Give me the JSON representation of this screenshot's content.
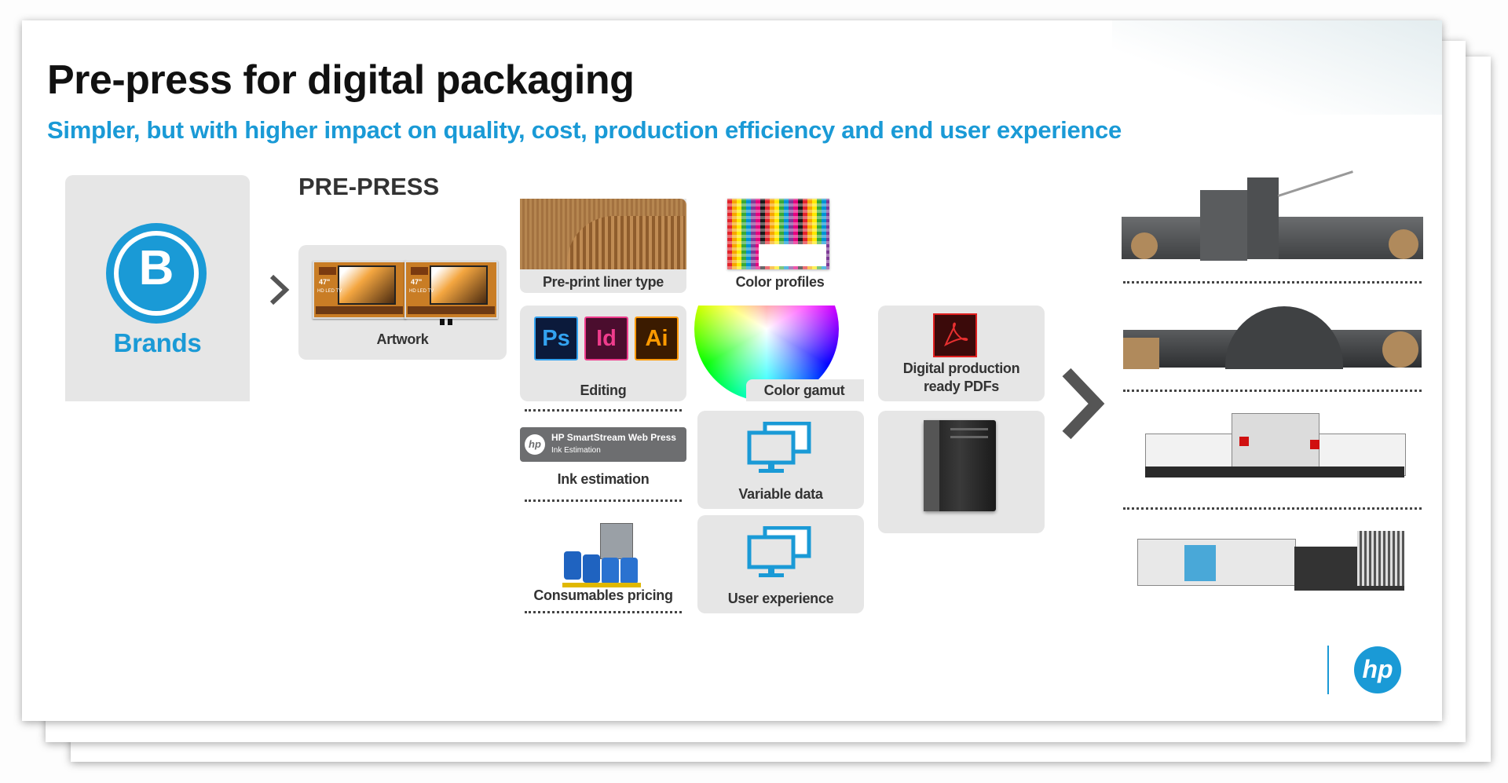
{
  "slide": {
    "title": "Pre-press for digital packaging",
    "subtitle": "Simpler, but with  higher impact on quality, cost, production efficiency and end user experience",
    "prepress_heading": "PRE-PRESS"
  },
  "brands": {
    "letter": "B",
    "label": "Brands"
  },
  "artwork": {
    "label": "Artwork",
    "tv_badge": "HD LED TV",
    "tv_size": "47\""
  },
  "liner": {
    "label": "Pre-print liner type"
  },
  "color_profiles": {
    "label": "Color profiles"
  },
  "editing": {
    "label": "Editing",
    "apps": [
      "Ps",
      "Id",
      "Ai"
    ]
  },
  "color_gamut": {
    "label": "Color gamut"
  },
  "pdfs": {
    "label_line1": "Digital production",
    "label_line2": "ready PDFs"
  },
  "ink": {
    "banner_title": "HP SmartStream Web Press",
    "banner_sub": "Ink Estimation",
    "label": "Ink estimation"
  },
  "variable_data": {
    "label": "Variable data"
  },
  "consumables": {
    "label": "Consumables pricing"
  },
  "user_experience": {
    "label": "User experience"
  },
  "logo": {
    "text": "hp"
  },
  "colors": {
    "accent": "#1a9ad6",
    "box": "#e6e6e6",
    "press": "#5a5c5e"
  }
}
